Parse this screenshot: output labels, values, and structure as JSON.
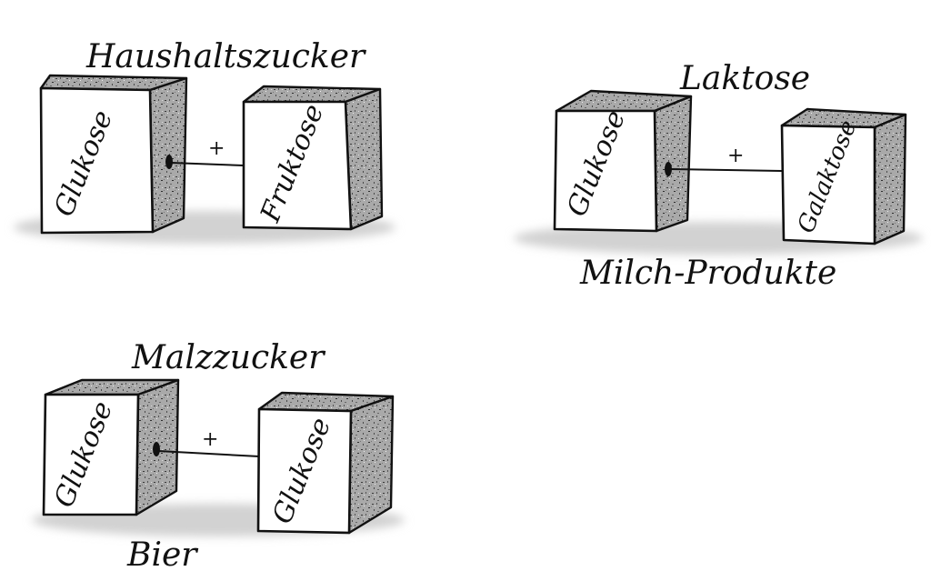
{
  "diagram": {
    "groups": [
      {
        "title": "Haushaltszucker",
        "molecules": [
          "Glukose",
          "Fruktose"
        ],
        "bond_symbol": "+",
        "caption": ""
      },
      {
        "title": "Laktose",
        "molecules": [
          "Glukose",
          "Galaktose"
        ],
        "bond_symbol": "+",
        "caption": "Milch-Produkte"
      },
      {
        "title": "Malzzucker",
        "molecules": [
          "Glukose",
          "Glukose"
        ],
        "bond_symbol": "+",
        "caption": "Bier"
      }
    ],
    "colors": {
      "ink": "#111111",
      "shade": "#8a8a8a",
      "shadow": "#d2d2d2",
      "paper": "#ffffff"
    }
  }
}
